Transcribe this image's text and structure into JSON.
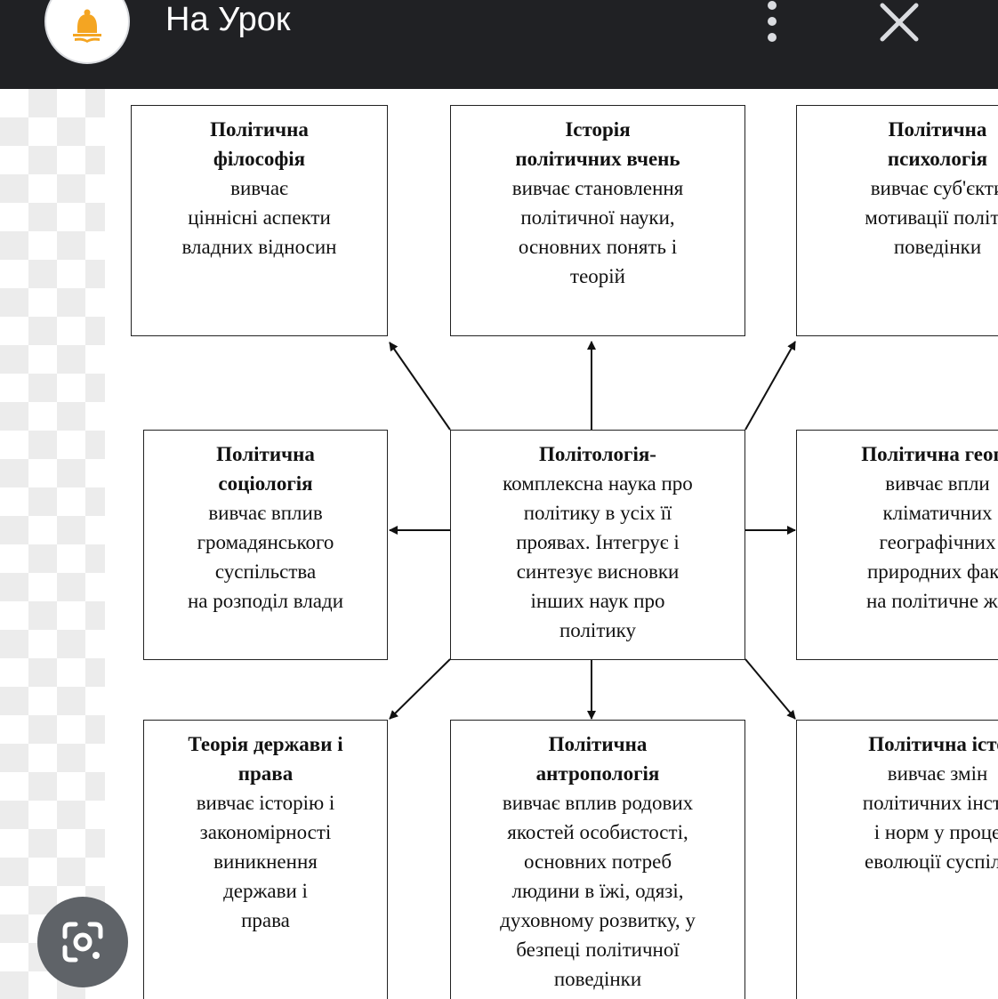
{
  "header": {
    "site_name": "На Урок",
    "logo_icon": "bell-icon",
    "menu_icon": "more-vert-icon",
    "close_icon": "close-icon"
  },
  "diagram": {
    "boxes": {
      "top_left": {
        "title": [
          "Політична",
          "філософія"
        ],
        "desc": [
          "вивчає",
          "ціннісні аспекти",
          "владних відносин"
        ]
      },
      "top_center": {
        "title": [
          "Історія",
          "політичних вчень"
        ],
        "desc": [
          "вивчає становлення",
          "політичної науки,",
          "основних понять і",
          "теорій"
        ]
      },
      "top_right": {
        "title": [
          "Політична",
          "психологія"
        ],
        "desc": [
          "вивчає суб'єкти",
          "мотивації політи",
          "поведінки"
        ]
      },
      "mid_left": {
        "title": [
          "Політична",
          "соціологія"
        ],
        "desc": [
          "вивчає вплив",
          "громадянського",
          "суспільства",
          "на розподіл влади"
        ]
      },
      "center": {
        "title": [
          "Політологія-"
        ],
        "desc": [
          "комплексна наука про",
          "політику в усіх її",
          "проявах. Інтегрує і",
          "синтезує висновки",
          "інших наук про",
          "політику"
        ]
      },
      "mid_right": {
        "title": [
          "Політична геогр"
        ],
        "desc": [
          "вивчає впли",
          "кліматичних",
          "географічних",
          "природних факт",
          "на політичне жи"
        ]
      },
      "bottom_left": {
        "title": [
          "Теорія держави і",
          "права"
        ],
        "desc": [
          "вивчає історію і",
          "закономірності",
          "виникнення",
          "держави і",
          "права"
        ]
      },
      "bottom_center": {
        "title": [
          "Політична",
          "антропологія"
        ],
        "desc": [
          "вивчає вплив родових",
          "якостей особистості,",
          "основних потреб",
          "людини в їжі, одязі,",
          "духовному розвитку, у",
          "безпеці політичної",
          "поведінки"
        ]
      },
      "bottom_right": {
        "title": [
          "Політична істо"
        ],
        "desc": [
          "вивчає змін",
          "політичних інсти",
          "і норм у проце",
          "еволюції суспіль"
        ]
      }
    }
  },
  "overlay": {
    "lens_icon": "google-lens-icon"
  },
  "colors": {
    "header_bg": "#202124",
    "logo_accent": "#f4a522",
    "lens_bg": "#5f6368"
  }
}
